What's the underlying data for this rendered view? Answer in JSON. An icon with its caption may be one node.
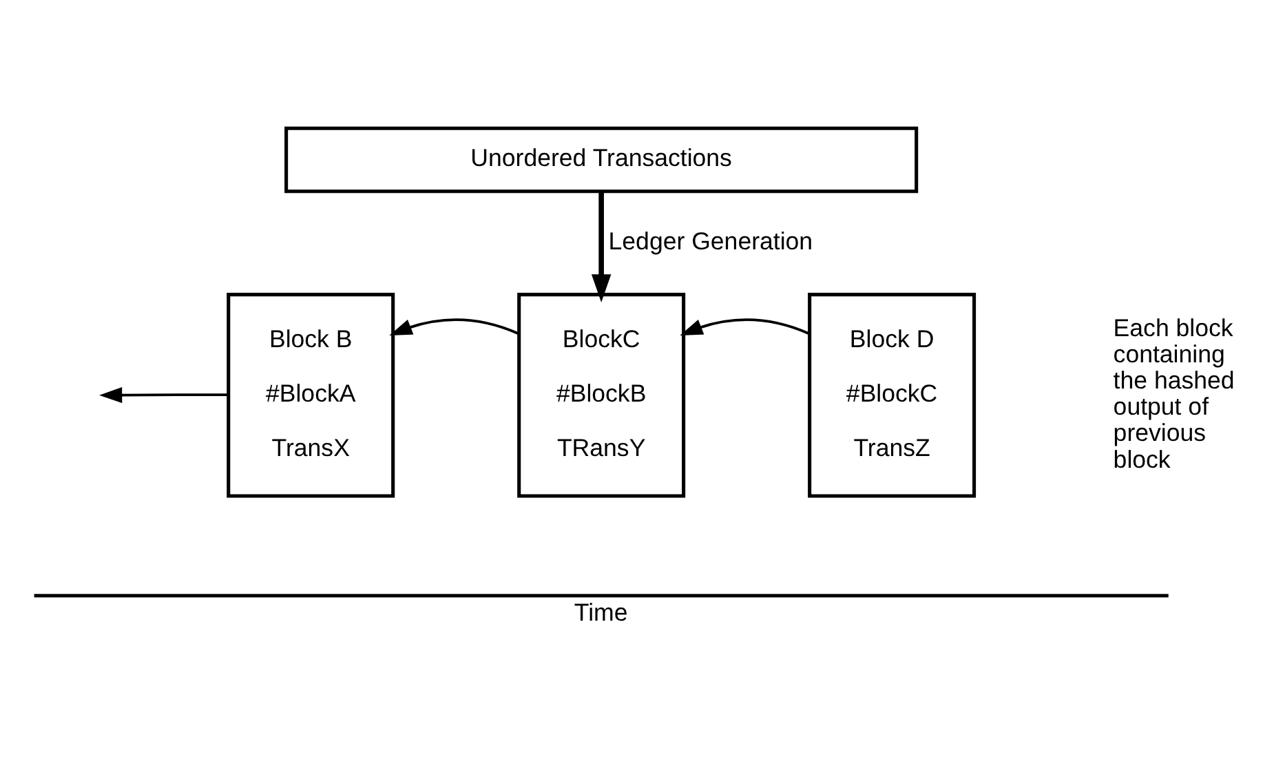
{
  "diagram": {
    "nodes": [
      {
        "text": [
          "Unordered Transactions"
        ]
      },
      {
        "text": [
          "Block B",
          "#BlockA",
          "TransX"
        ]
      },
      {
        "text": [
          "BlockC",
          "#BlockB",
          "TRansY"
        ]
      },
      {
        "text": [
          "Block D",
          "#BlockC",
          "TransZ"
        ]
      }
    ],
    "edges": [
      {
        "from": 0,
        "to": 2,
        "arrow": "to",
        "label": "Ledger Generation",
        "style": "thick"
      },
      {
        "from": 1,
        "to": null,
        "arrow": "to"
      },
      {
        "from": 2,
        "to": 1,
        "arrow": "to"
      },
      {
        "from": 3,
        "to": 2,
        "arrow": "to"
      }
    ],
    "labels": [
      "Each block containing the hashed output of previous block",
      "Time"
    ]
  }
}
